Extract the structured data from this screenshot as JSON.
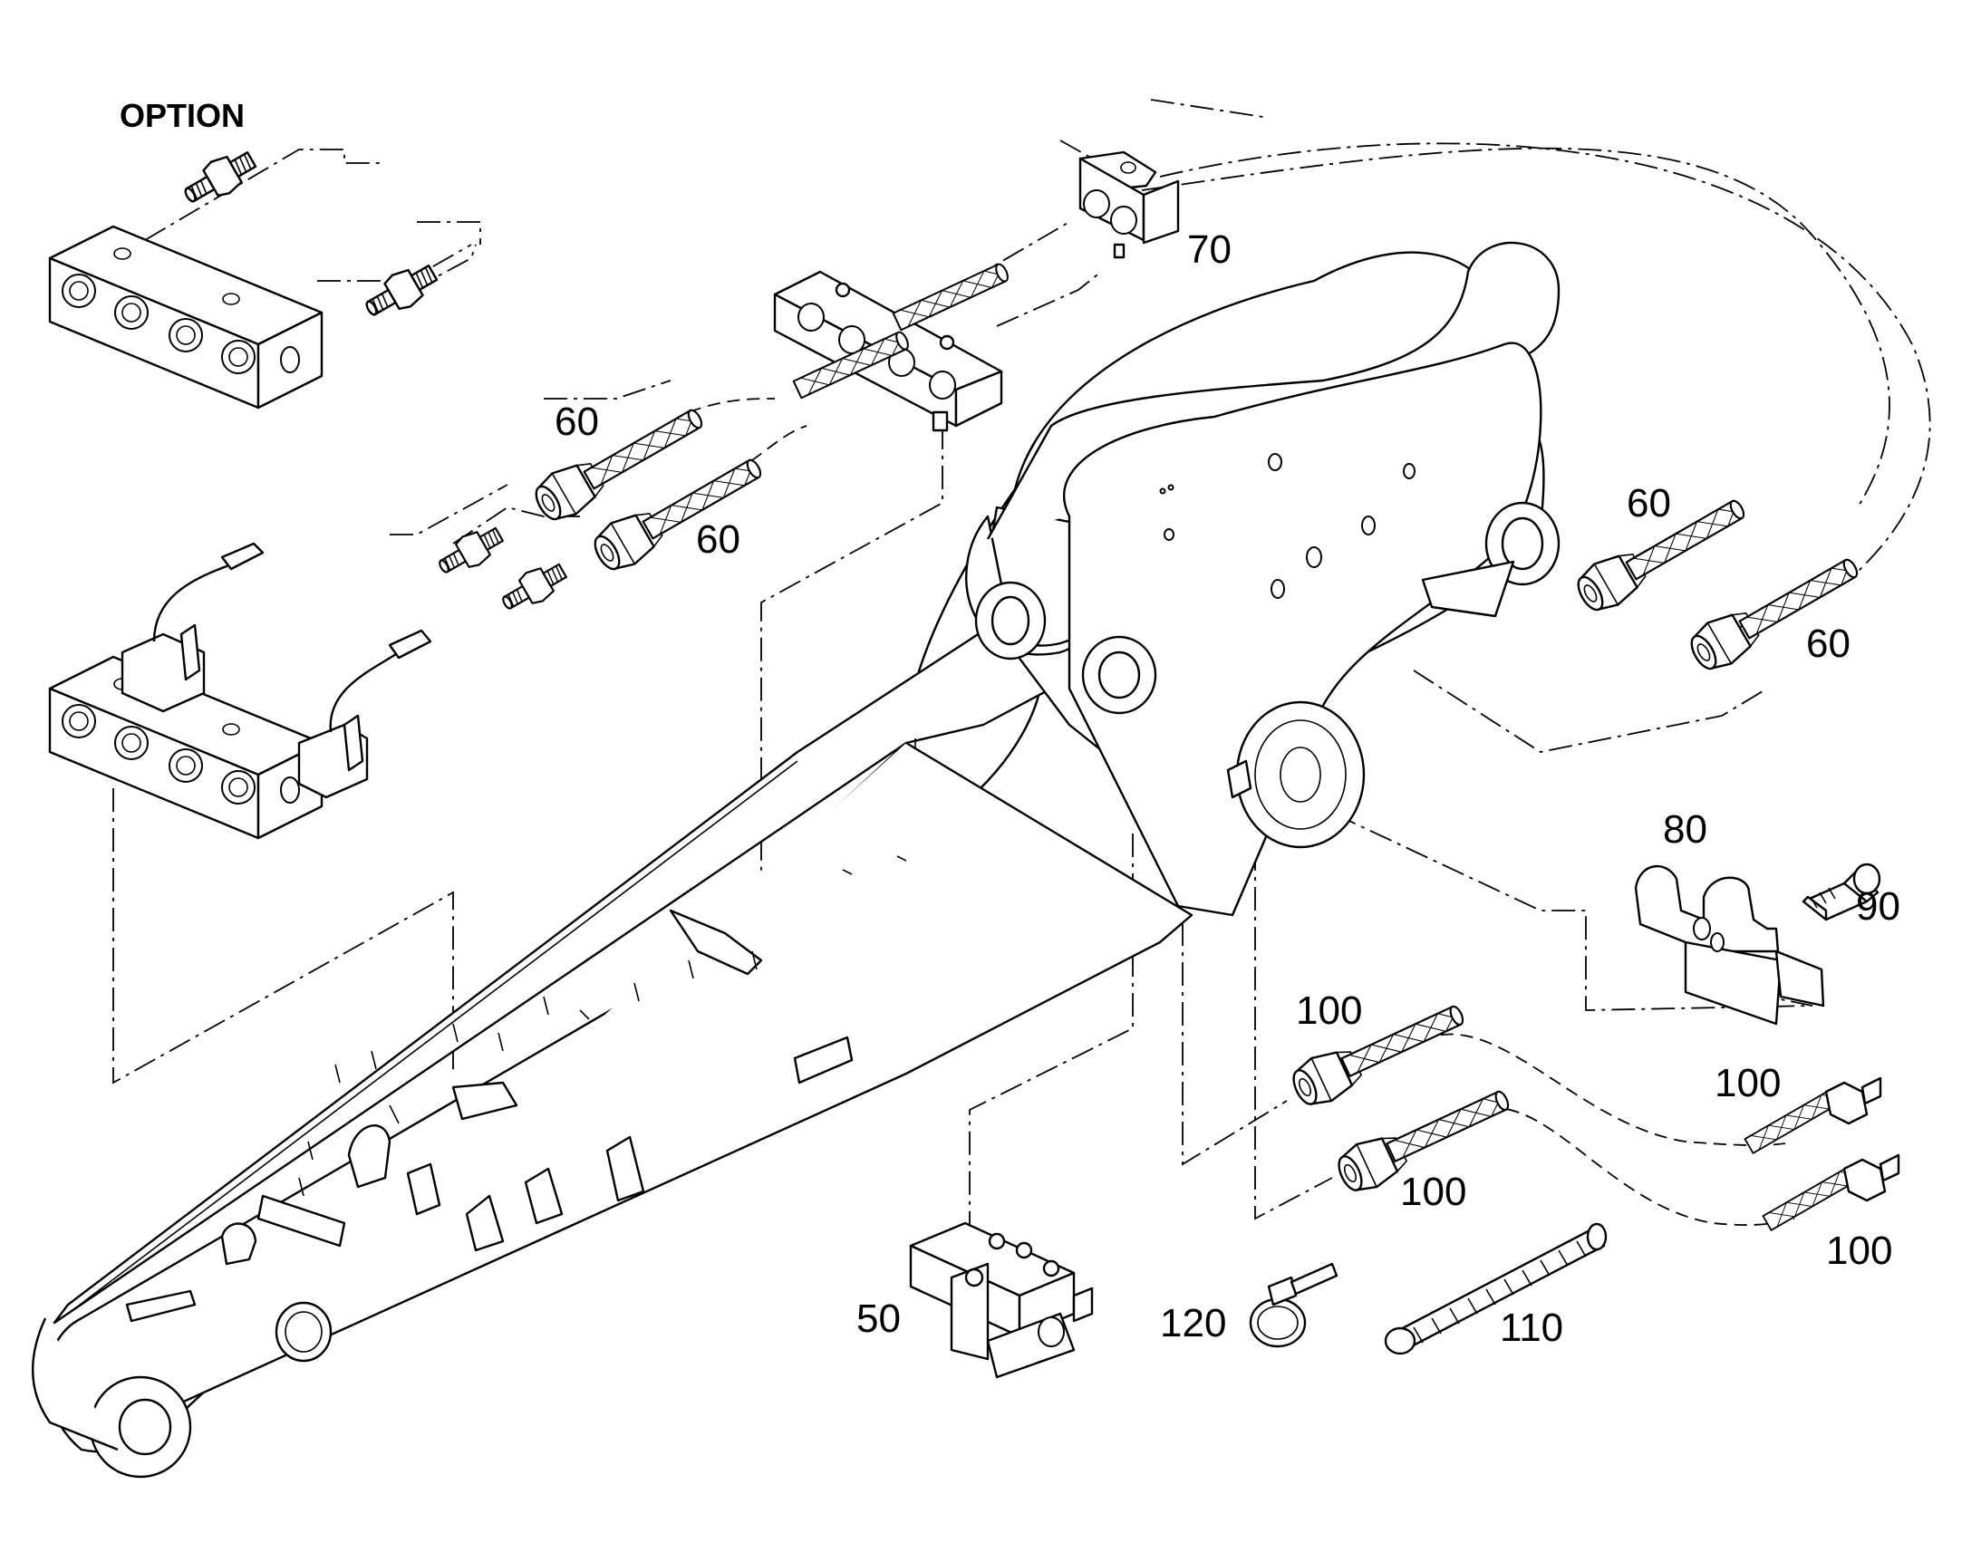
{
  "diagram": {
    "title": "OPTION",
    "callouts": [
      {
        "id": "c50",
        "text": "50"
      },
      {
        "id": "c60a",
        "text": "60"
      },
      {
        "id": "c60b",
        "text": "60"
      },
      {
        "id": "c60c",
        "text": "60"
      },
      {
        "id": "c60d",
        "text": "60"
      },
      {
        "id": "c70",
        "text": "70"
      },
      {
        "id": "c80",
        "text": "80"
      },
      {
        "id": "c90",
        "text": "90"
      },
      {
        "id": "c100a",
        "text": "100"
      },
      {
        "id": "c100b",
        "text": "100"
      },
      {
        "id": "c100c",
        "text": "100"
      },
      {
        "id": "c100d",
        "text": "100"
      },
      {
        "id": "c110",
        "text": "110"
      },
      {
        "id": "c120",
        "text": "120"
      }
    ]
  }
}
